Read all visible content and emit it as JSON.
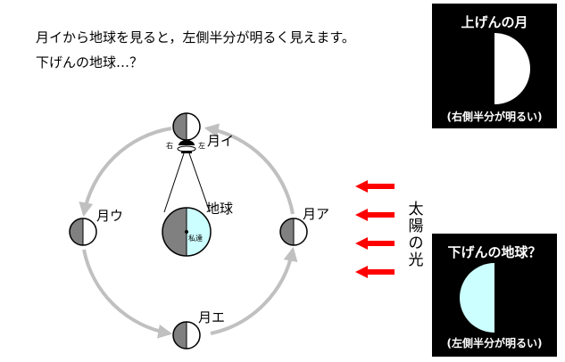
{
  "intro": {
    "line1": "月イから地球を見ると，左側半分が明るく見えます。",
    "line2": "下げんの地球…？"
  },
  "labels": {
    "moon_a": "月ア",
    "moon_i": "月イ",
    "moon_u": "月ウ",
    "moon_e": "月エ",
    "earth": "地球",
    "earth_small": "私達",
    "viewer_right": "右",
    "viewer_left": "左"
  },
  "sunlight": {
    "chars": [
      "太",
      "陽",
      "の",
      "光"
    ],
    "arrow_color": "#ff0000",
    "arrow_count": 4
  },
  "panel_moon": {
    "title": "上げんの月",
    "note": "(右側半分が明るい)",
    "lit_color": "#ffffff"
  },
  "panel_earth": {
    "title": "下げんの地球？",
    "note": "(左側半分が明るい)",
    "lit_color": "#ccffff"
  },
  "colors": {
    "dark_half": "#808080",
    "orbit": "#c0c0c0",
    "earth_lit": "#ccffff"
  }
}
